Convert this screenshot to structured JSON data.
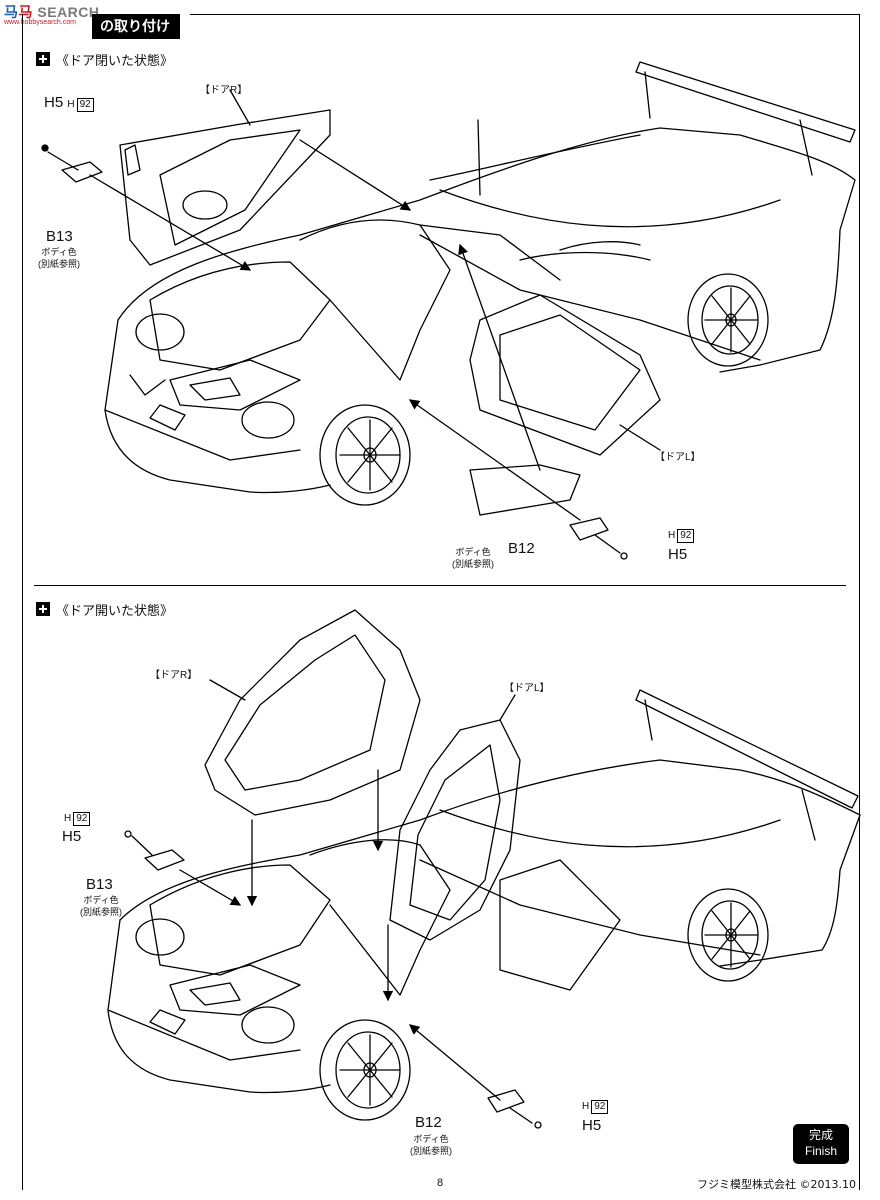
{
  "watermark": {
    "part1": "马",
    "part2": "马",
    "part3": "SEARCH",
    "sub": "www.hobbysearch.com"
  },
  "header": {
    "title": "の取り付け"
  },
  "sections": [
    {
      "title": "《ドア閉いた状態》",
      "labels": {
        "h5_top": "H5",
        "h92_top": "92",
        "h_top": "H",
        "b13": "B13",
        "b13_note1": "ボディ色",
        "b13_note2": "(別紙参照)",
        "door_r": "【ドアR】",
        "door_l": "【ドアL】",
        "b12": "B12",
        "b12_note1": "ボディ色",
        "b12_note2": "(別紙参照)",
        "h5_bottom": "H5",
        "h_bottom": "H",
        "h92_bottom": "92"
      }
    },
    {
      "title": "《ドア開いた状態》",
      "labels": {
        "door_r": "【ドアR】",
        "door_l": "【ドアL】",
        "h_top": "H",
        "h92_top": "92",
        "h5_top": "H5",
        "b13": "B13",
        "b13_note1": "ボディ色",
        "b13_note2": "(別紙参照)",
        "b12": "B12",
        "b12_note1": "ボディ色",
        "b12_note2": "(別紙参照)",
        "h_bottom": "H",
        "h92_bottom": "92",
        "h5_bottom": "H5"
      }
    }
  ],
  "finish": {
    "jp": "完成",
    "en": "Finish"
  },
  "footer": {
    "page": "8",
    "company": "フジミ模型株式会社 ©2013.10"
  }
}
